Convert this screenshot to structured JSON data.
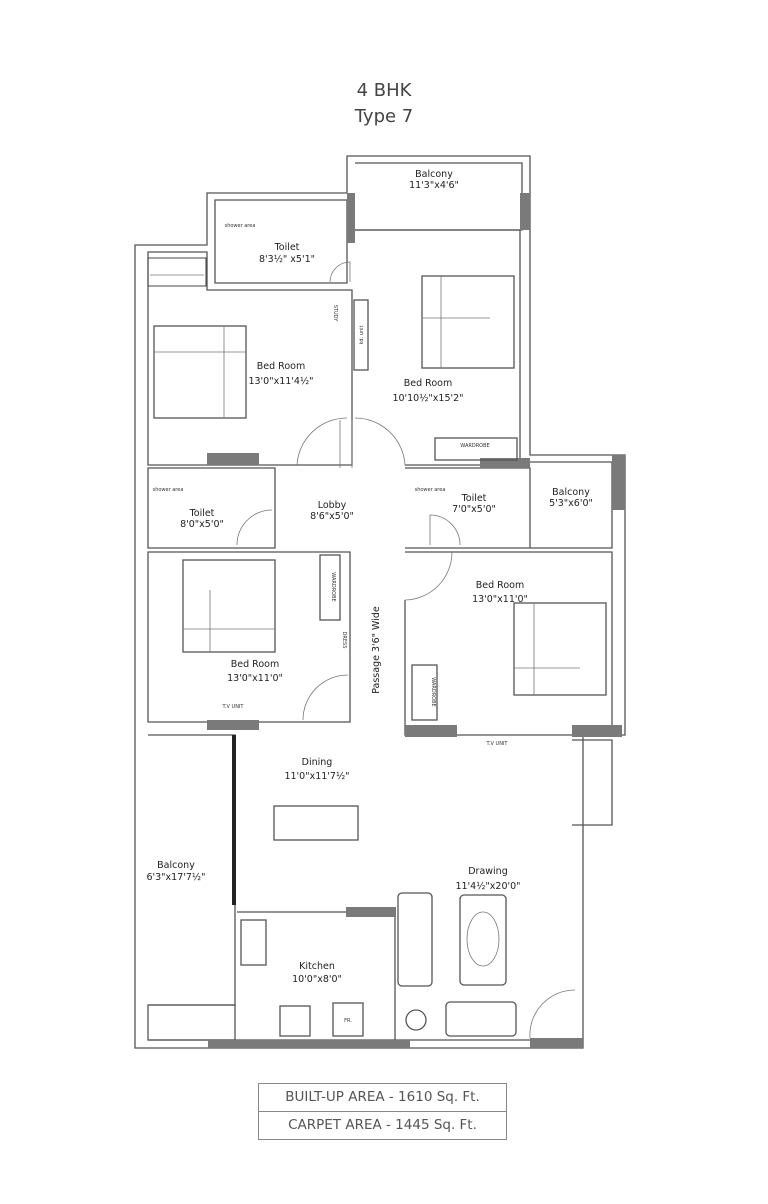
{
  "header": {
    "title": "4 BHK",
    "subtitle": "Type 7"
  },
  "rooms": {
    "balcony_top": {
      "name": "Balcony",
      "dims": "11'3\"x4'6\""
    },
    "toilet_top": {
      "name": "Toilet",
      "dims": "8'3½\" x5'1\""
    },
    "bedroom_top_left": {
      "name": "Bed Room",
      "dims": "13'0\"x11'4½\""
    },
    "bedroom_top_right": {
      "name": "Bed Room",
      "dims": "10'10½\"x15'2\""
    },
    "toilet_left": {
      "name": "Toilet",
      "dims": "8'0\"x5'0\""
    },
    "lobby": {
      "name": "Lobby",
      "dims": "8'6\"x5'0\""
    },
    "toilet_right": {
      "name": "Toilet",
      "dims": "7'0\"x5'0\""
    },
    "balcony_right": {
      "name": "Balcony",
      "dims": "5'3\"x6'0\""
    },
    "bedroom_mid_left": {
      "name": "Bed Room",
      "dims": "13'0\"x11'0\""
    },
    "bedroom_mid_right": {
      "name": "Bed Room",
      "dims": "13'0\"x11'0\""
    },
    "passage": {
      "name": "Passage 3'6\" Wide"
    },
    "dining": {
      "name": "Dining",
      "dims": "11'0\"x11'7½\""
    },
    "balcony_left": {
      "name": "Balcony",
      "dims": "6'3\"x17'7½\""
    },
    "kitchen": {
      "name": "Kitchen",
      "dims": "10'0\"x8'0\""
    },
    "drawing": {
      "name": "Drawing",
      "dims": "11'4½\"x20'0\""
    }
  },
  "fixtures": {
    "shower": "shower area",
    "tv": "T.V UNIT",
    "wardrobe": "WARDROBE",
    "dress": "DRESS",
    "study": "STUDY",
    "kd_unit": "kd. unit",
    "fridge": "FR."
  },
  "areas": {
    "built_up": "BUILT-UP AREA - 1610 Sq. Ft.",
    "carpet": "CARPET AREA - 1445 Sq. Ft."
  }
}
